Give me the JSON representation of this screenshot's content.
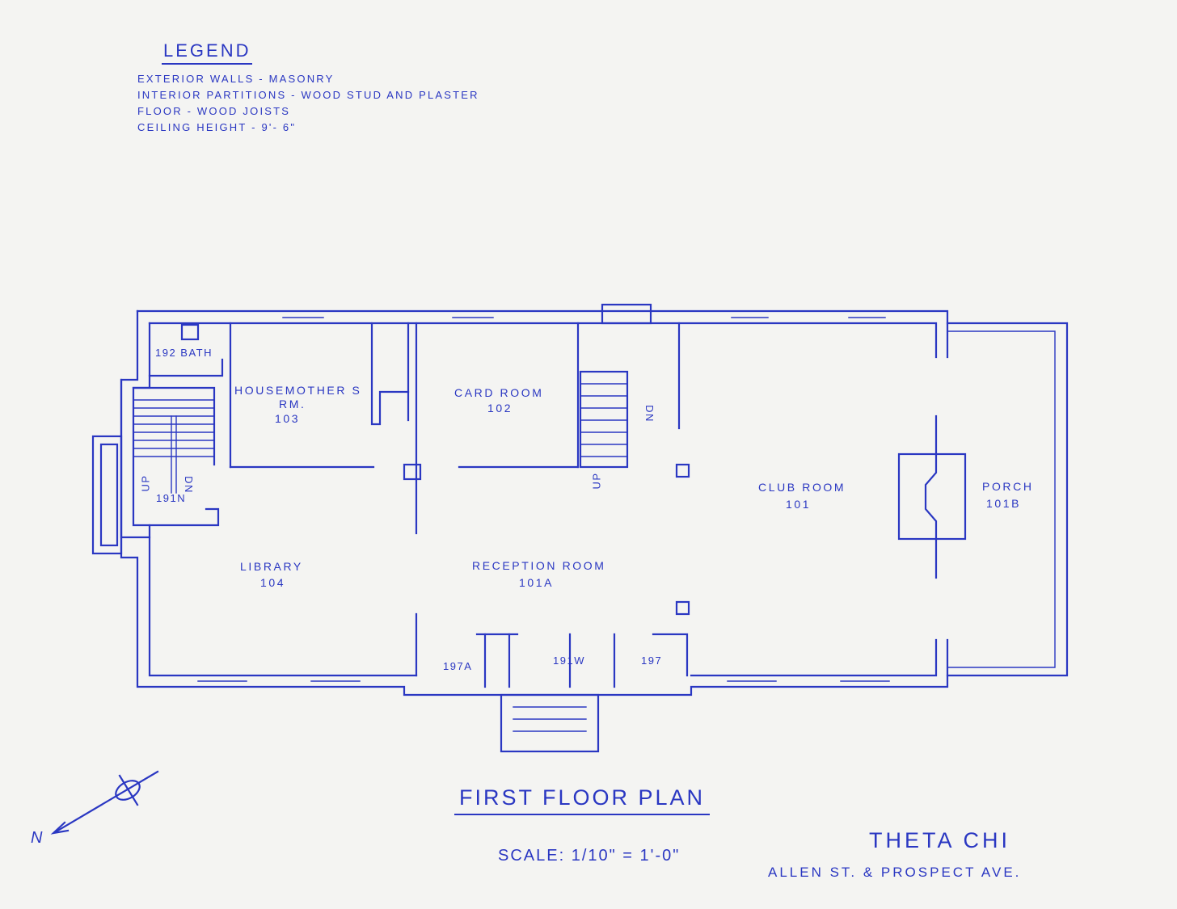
{
  "legend": {
    "title": "LEGEND",
    "lines": [
      "EXTERIOR WALLS - MASONRY",
      "INTERIOR  PARTITIONS - WOOD STUD  AND PLASTER",
      "FLOOR - WOOD JOISTS",
      "CEILING HEIGHT - 9'- 6\""
    ]
  },
  "rooms": {
    "bath": "192 BATH",
    "housemother_name": "HOUSEMOTHER S",
    "housemother_rm": "RM.",
    "housemother_num": "103",
    "card_name": "CARD ROOM",
    "card_num": "102",
    "club_name": "CLUB ROOM",
    "club_num": "101",
    "porch_name": "PORCH",
    "porch_num": "101B",
    "library_name": "LIBRARY",
    "library_num": "104",
    "reception_name": "RECEPTION ROOM",
    "reception_num": "101A",
    "stair_n": "191N",
    "vest_a": "197A",
    "vest_w": "191W",
    "vest_197": "197"
  },
  "stair_labels": {
    "up1": "UP",
    "dn1": "DN",
    "up2": "UP",
    "dn2": "DN"
  },
  "title": "FIRST FLOOR PLAN",
  "scale": "SCALE: 1/10\" = 1'-0\"",
  "organization": "THETA CHI",
  "address": "ALLEN  ST. & PROSPECT  AVE.",
  "north": "N",
  "colors": {
    "ink": "#2a37c2",
    "paper": "#f4f4f2"
  }
}
